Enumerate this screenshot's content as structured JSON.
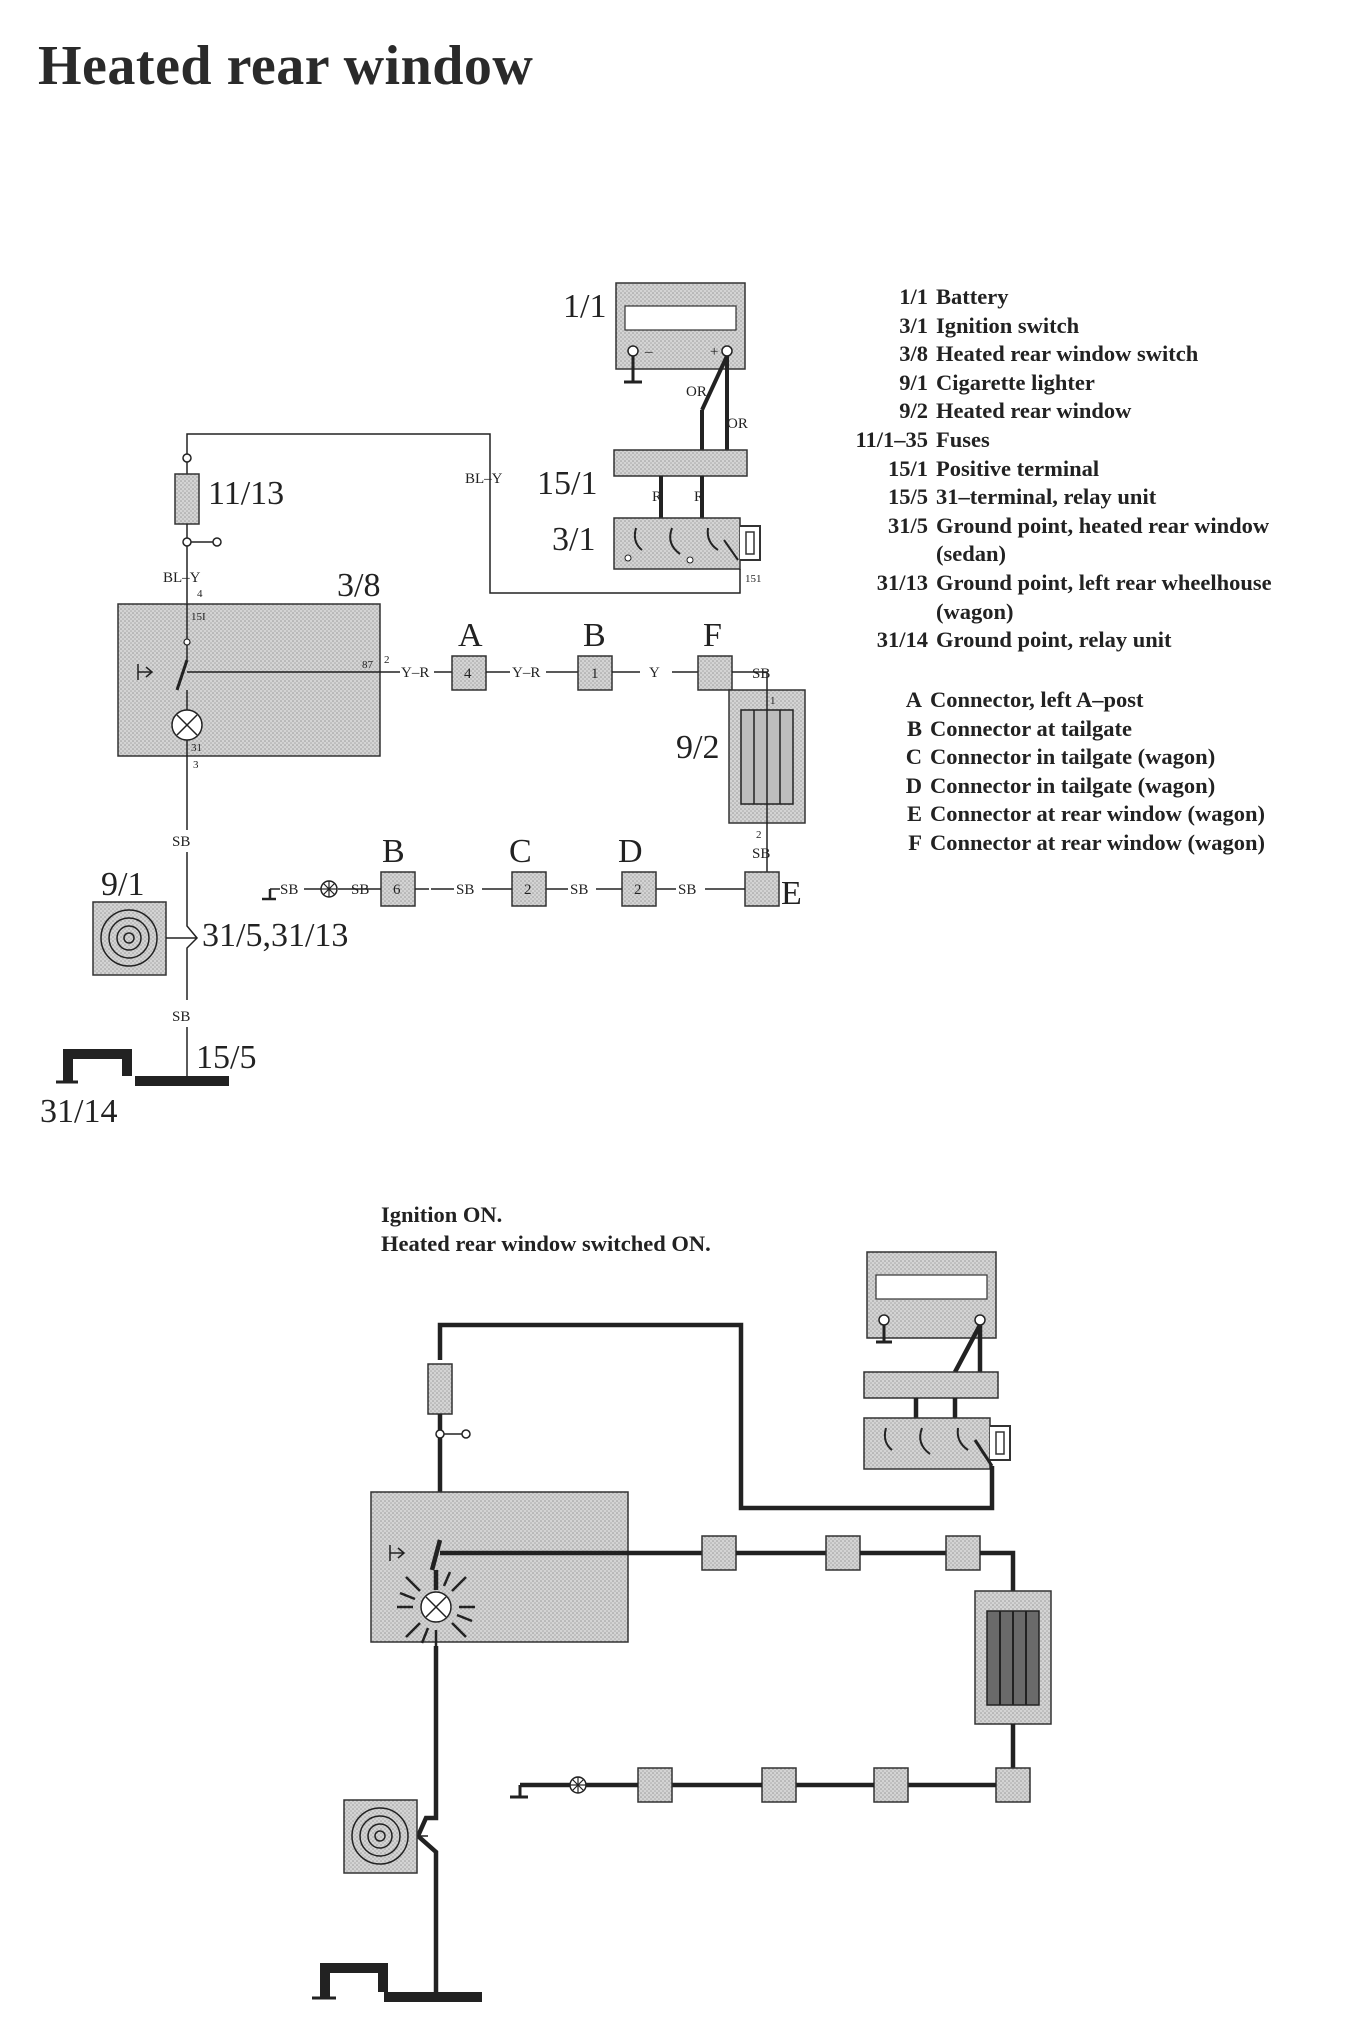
{
  "title": "Heated rear window",
  "legend_components": [
    {
      "code": "1/1",
      "desc": "Battery"
    },
    {
      "code": "3/1",
      "desc": "Ignition switch"
    },
    {
      "code": "3/8",
      "desc": "Heated rear window switch"
    },
    {
      "code": "9/1",
      "desc": "Cigarette lighter"
    },
    {
      "code": "9/2",
      "desc": "Heated rear window"
    },
    {
      "code": "11/1–35",
      "desc": "Fuses"
    },
    {
      "code": "15/1",
      "desc": "Positive terminal"
    },
    {
      "code": "15/5",
      "desc": "31–terminal, relay unit"
    },
    {
      "code": "31/5",
      "desc": "Ground point, heated rear window"
    },
    {
      "code": "",
      "desc": "(sedan)"
    },
    {
      "code": "31/13",
      "desc": "Ground point, left rear wheelhouse"
    },
    {
      "code": "",
      "desc": "(wagon)"
    },
    {
      "code": "31/14",
      "desc": "Ground point, relay unit"
    }
  ],
  "legend_connectors": [
    {
      "code": "A",
      "desc": "Connector, left A–post"
    },
    {
      "code": "B",
      "desc": "Connector at tailgate"
    },
    {
      "code": "C",
      "desc": "Connector in tailgate (wagon)"
    },
    {
      "code": "D",
      "desc": "Connector in tailgate (wagon)"
    },
    {
      "code": "E",
      "desc": "Connector at rear window (wagon)"
    },
    {
      "code": "F",
      "desc": "Connector at rear window (wagon)"
    }
  ],
  "caption": {
    "line1": "Ignition ON.",
    "line2": "Heated rear window switched ON."
  },
  "diagram_labels": {
    "battery": "1/1",
    "positive_terminal": "15/1",
    "ignition_switch": "3/1",
    "fuse": "11/13",
    "switch": "3/8",
    "rear_window": "9/2",
    "lighter": "9/1",
    "ground_points": "31/5,31/13",
    "relay_terminal": "15/5",
    "relay_ground": "31/14",
    "conn_A": "A",
    "conn_B_top": "B",
    "conn_F": "F",
    "conn_B_bottom": "B",
    "conn_C": "C",
    "conn_D": "D",
    "conn_E": "E",
    "pin_A": "4",
    "pin_B_top": "1",
    "pin_B_bottom": "6",
    "pin_C": "2",
    "pin_D": "2",
    "wire_OR_1": "OR",
    "wire_OR_2": "OR",
    "wire_R_1": "R",
    "wire_R_2": "R",
    "wire_BLY_1": "BL–Y",
    "wire_BLY_2": "BL–Y",
    "wire_YR_1": "Y–R",
    "wire_YR_2": "Y–R",
    "wire_Y": "Y",
    "wire_SB": "SB",
    "terminal_151": "151",
    "terminal_151_sw": "15I",
    "terminal_87": "87",
    "terminal_31": "31",
    "pin_2": "2",
    "pin_3": "3",
    "pin_4": "4",
    "pin_1": "1",
    "battery_minus": "–",
    "battery_plus": "+"
  }
}
